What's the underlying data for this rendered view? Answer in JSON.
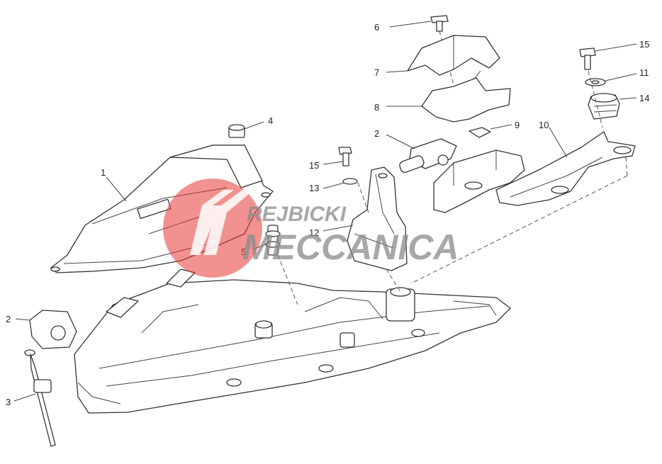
{
  "labels": {
    "l1": "1",
    "l2a": "2",
    "l2b": "2",
    "l3": "3",
    "l4": "4",
    "l5": "5",
    "l6": "6",
    "l7": "7",
    "l8": "8",
    "l9": "9",
    "l10": "10",
    "l11": "11",
    "l12": "12",
    "l13": "13",
    "l14": "14",
    "l15a": "15",
    "l15b": "15"
  },
  "watermark": {
    "line1": "REJBICKI",
    "line2": "MECCANICA",
    "color": "#e53935"
  }
}
